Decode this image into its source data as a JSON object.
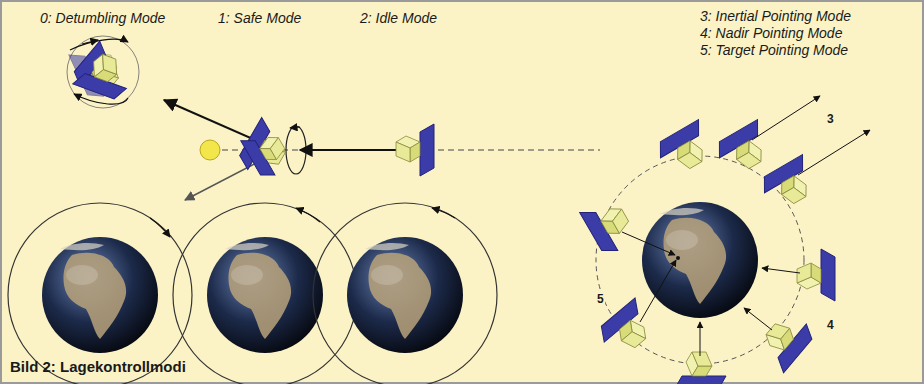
{
  "diagram": {
    "caption": "Bild 2: Lagekontrollmodi",
    "labels": [
      "0: Detumbling Mode",
      "1: Safe Mode",
      "2: Idle Mode",
      "3: Inertial Pointing Mode",
      "4: Nadir Pointing Mode",
      "5: Target Pointing Mode",
      "3",
      "5",
      "4"
    ]
  }
}
